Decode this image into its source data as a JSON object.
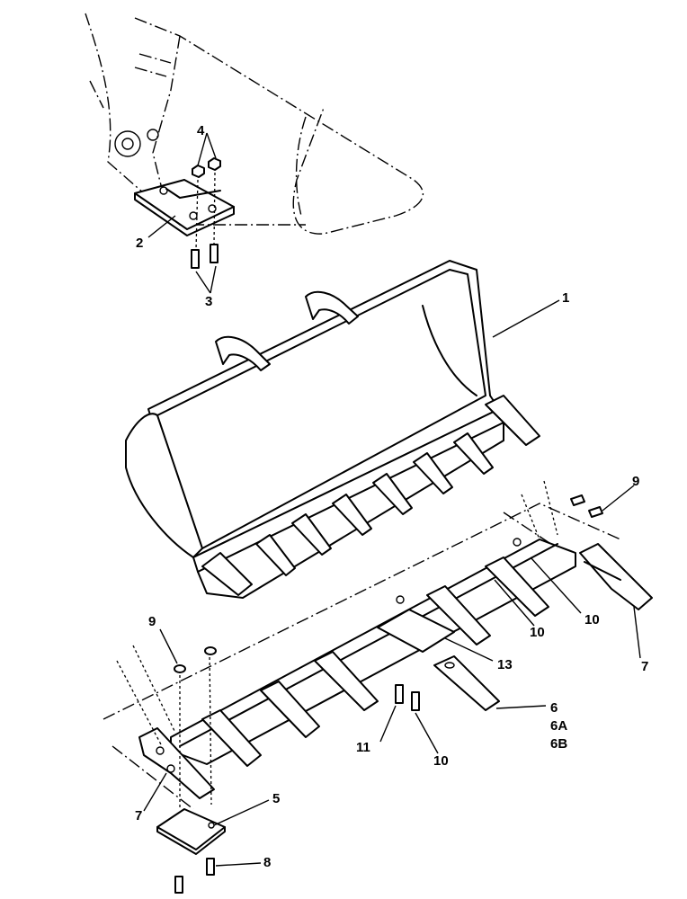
{
  "callouts": {
    "c1": "1",
    "c2": "2",
    "c3": "3",
    "c4": "4",
    "c5": "5",
    "c6": "6",
    "c6a": "6A",
    "c6b": "6B",
    "c7_right": "7",
    "c7_left": "7",
    "c8": "8",
    "c9_left": "9",
    "c9_right": "9",
    "c10_a": "10",
    "c10_b": "10",
    "c10_c": "10",
    "c11": "11",
    "c13": "13"
  }
}
